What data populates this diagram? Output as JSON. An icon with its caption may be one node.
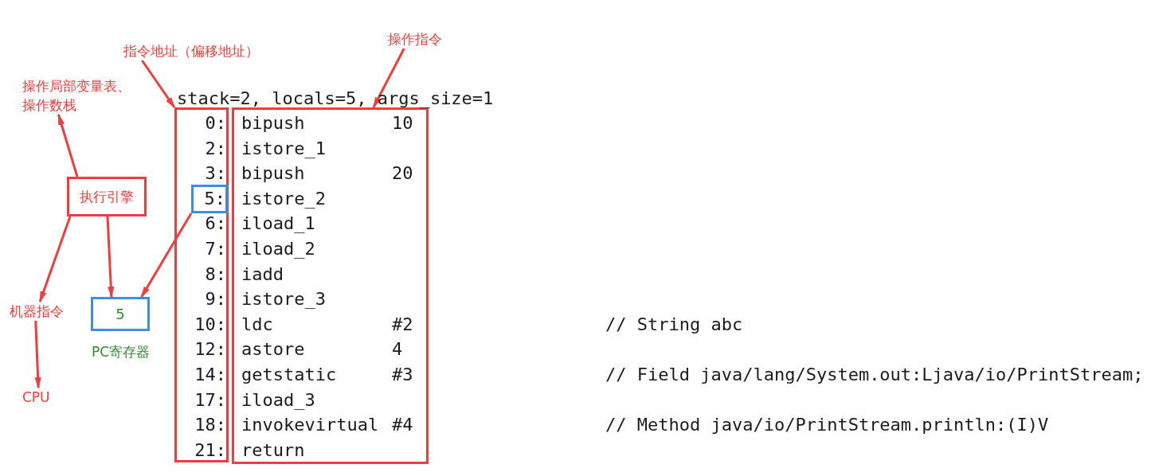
{
  "diagram": {
    "nodes": [
      {
        "text": [
          "指令地址（偏移地址）"
        ]
      },
      {
        "text": [
          "操作指令"
        ]
      },
      {
        "text": [
          "操作局部变量表、操作数栈"
        ]
      },
      {
        "text": [
          "执行引擎"
        ]
      },
      {
        "text": [
          "机器指令"
        ]
      },
      {
        "text": [
          "CPU"
        ]
      },
      {
        "text": [
          "5"
        ],
        "beside": [
          "PC寄存器"
        ]
      },
      {
        "text": [
          "0:",
          "2:",
          "3:",
          "6:",
          "7:",
          "8:",
          "9:",
          "10:",
          "12:",
          "14:",
          "17:",
          "18:",
          "21:"
        ]
      },
      {
        "text": [
          "5:"
        ],
        "in": 7
      },
      {
        "text": [
          "bipush",
          "10",
          "istore_1",
          "bipush",
          "20",
          "istore_2",
          "iload_1",
          "iload_2",
          "iadd",
          "istore_3",
          "ldc",
          "#2",
          "astore",
          "4",
          "getstatic",
          "#3",
          "iload_3",
          "invokevirtual",
          "#4",
          "return"
        ]
      }
    ],
    "edges": [
      {
        "from": 0,
        "to": 7,
        "arrow": "to"
      },
      {
        "from": 1,
        "to": 9,
        "arrow": "to"
      },
      {
        "from": 3,
        "to": 2,
        "arrow": "to"
      },
      {
        "from": 3,
        "to": 4,
        "arrow": "to"
      },
      {
        "from": 3,
        "to": 6,
        "arrow": "to"
      },
      {
        "from": 8,
        "to": 6,
        "arrow": "to"
      },
      {
        "from": 4,
        "to": 5,
        "arrow": "to"
      }
    ],
    "labels": [
      "stack=2, locals=5, args_size=1",
      "// String abc",
      "// Field java/lang/System.out:Ljava/io/PrintStream;",
      "// Method java/io/PrintStream.println:(I)V"
    ]
  }
}
